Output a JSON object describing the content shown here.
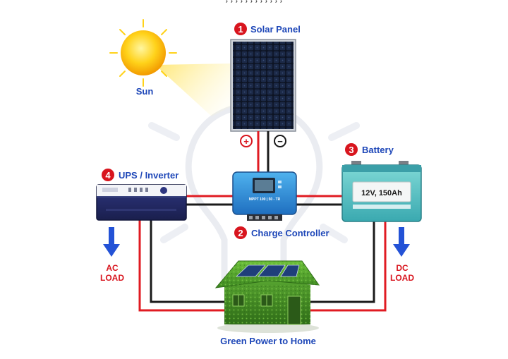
{
  "top_text": ", , , , , , ,   ,  ,  , , ,",
  "labels": {
    "sun": "Sun",
    "solar_panel": "Solar Panel",
    "battery": "Battery",
    "battery_spec": "12V, 150Ah",
    "ups_inverter": "UPS / Inverter",
    "charge_controller": "Charge  Controller",
    "controller_model": "MPPT 100 | 50 - TR",
    "ac_load_1": "AC",
    "ac_load_2": "LOAD",
    "dc_load_1": "DC",
    "dc_load_2": "LOAD",
    "green_home": "Green Power to Home"
  },
  "numbers": {
    "n1": "1",
    "n2": "2",
    "n3": "3",
    "n4": "4"
  },
  "symbols": {
    "plus": "+",
    "minus": "−"
  },
  "icons": [
    "sun-icon",
    "solar-panel-icon",
    "battery-icon",
    "inverter-icon",
    "charge-controller-icon",
    "house-icon",
    "lightbulb-icon",
    "arrow-down-icon"
  ],
  "colors": {
    "label_blue": "#1e47b8",
    "accent_red": "#d8151e",
    "wire_red": "#e01b22",
    "wire_black": "#1a1a1a",
    "controller_blue": "#2f8fd8",
    "battery_teal": "#5ec8c8",
    "inverter_navy": "#232a63",
    "grass_green": "#4c9a2a"
  }
}
